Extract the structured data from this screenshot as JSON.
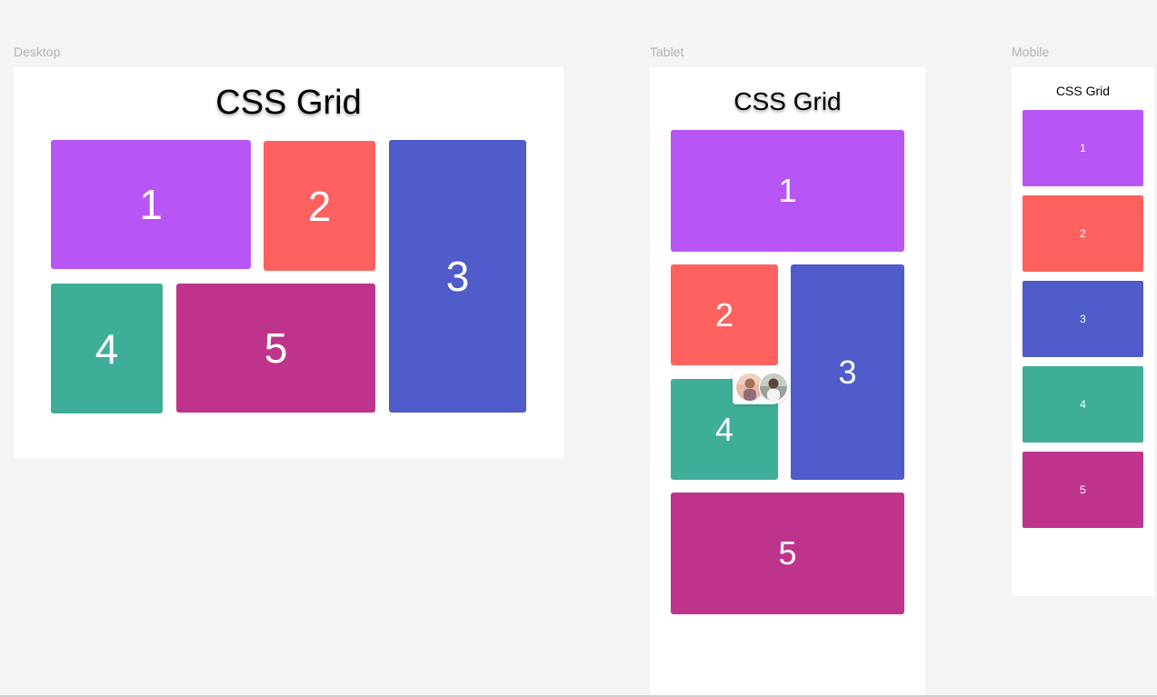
{
  "frames": {
    "desktop": {
      "label": "Desktop",
      "title": "CSS Grid"
    },
    "tablet": {
      "label": "Tablet",
      "title": "CSS Grid"
    },
    "mobile": {
      "label": "Mobile",
      "title": "CSS Grid"
    }
  },
  "tiles": [
    "1",
    "2",
    "3",
    "4",
    "5"
  ],
  "colors": {
    "canvas": "#f4f4f4",
    "frame": "#ffffff",
    "label": "#b3b3b3",
    "tile_1": "#b856f5",
    "tile_2": "#ff615f",
    "tile_3": "#4f5cc9",
    "tile_4": "#3eae99",
    "tile_5": "#be348d"
  },
  "collaborators": {
    "icon": "avatar-group-icon"
  }
}
